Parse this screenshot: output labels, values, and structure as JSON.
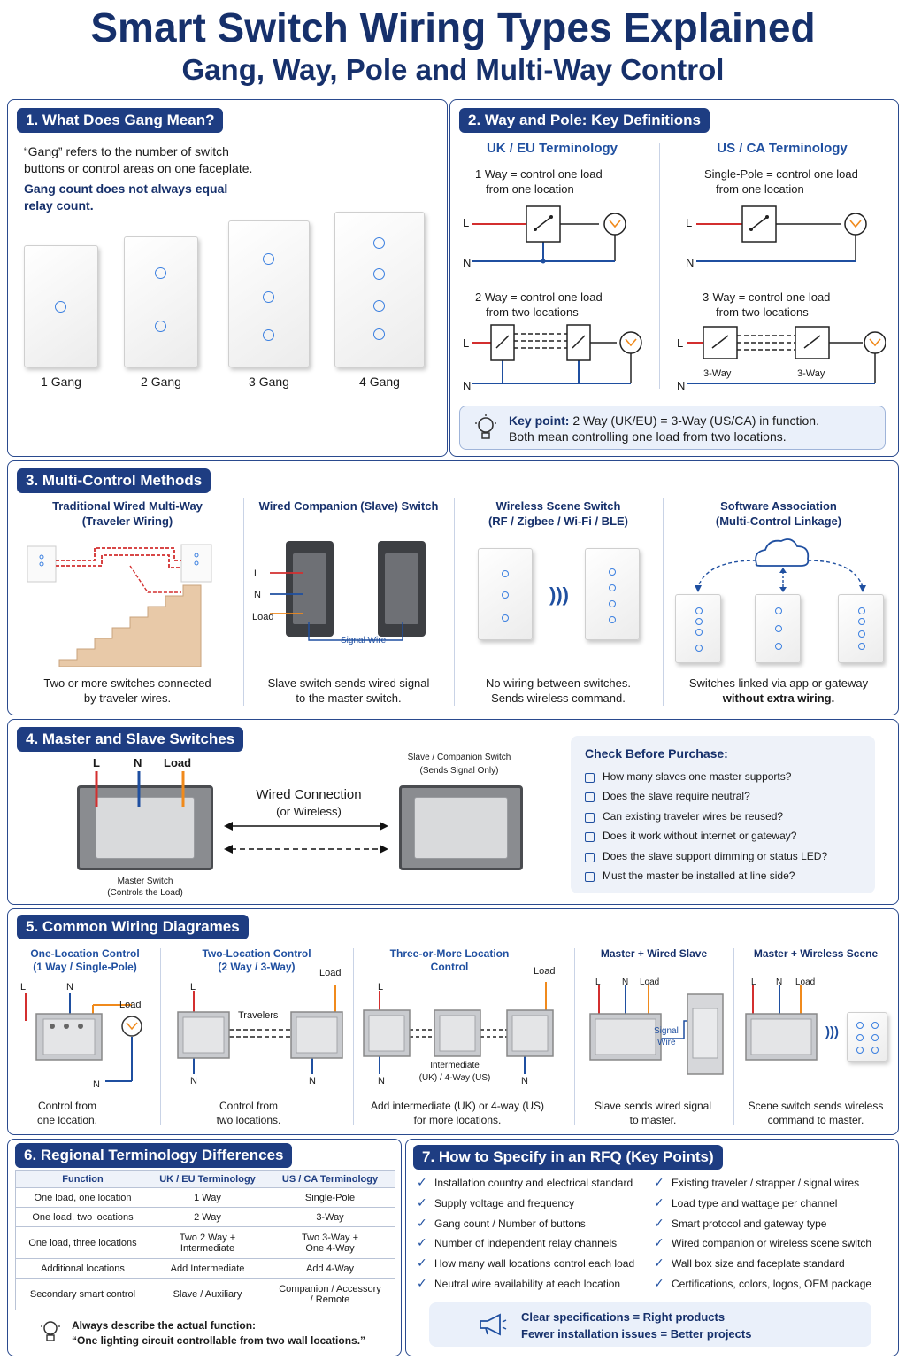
{
  "header": {
    "title": "Smart Switch Wiring Types Explained",
    "subtitle": "Gang, Way, Pole and Multi-Way Control"
  },
  "colors": {
    "navy": "#16306b",
    "accent": "#1e3d82",
    "led": "#3a7fe0",
    "live": "#d32f2f",
    "neutral": "#1f4fa0",
    "load": "#f08a1c"
  },
  "s1": {
    "title": "1. What Does Gang Mean?",
    "p1a": "“Gang” refers to the number of switch",
    "p1b": "buttons or control areas on one faceplate.",
    "p2a": "Gang count does not always equal",
    "p2b": "relay count.",
    "gangs": [
      "1 Gang",
      "2 Gang",
      "3 Gang",
      "4 Gang"
    ]
  },
  "s2": {
    "title": "2. Way and Pole: Key Definitions",
    "uk_head": "UK / EU Terminology",
    "us_head": "US / CA Terminology",
    "uk1a": "1 Way = control one load",
    "uk1b": "from one location",
    "us1a": "Single-Pole = control one load",
    "us1b": "from one location",
    "uk2a": "2 Way = control one load",
    "uk2b": "from two locations",
    "us2a": "3-Way = control one load",
    "us2b": "from two locations",
    "L": "L",
    "N": "N",
    "threeway": "3-Way",
    "key_label": "Key point:",
    "key_a": "2 Way (UK/EU) = 3-Way (US/CA) in function.",
    "key_b": "Both mean controlling one load from two locations."
  },
  "s3": {
    "title": "3. Multi-Control Methods",
    "c1t1": "Traditional Wired Multi-Way",
    "c1t2": "(Traveler Wiring)",
    "c1b1": "Two or more switches connected",
    "c1b2": "by traveler wires.",
    "c2t1": "Wired Companion (Slave) Switch",
    "c2L": "L",
    "c2N": "N",
    "c2Load": "Load",
    "c2sig": "Signal Wire",
    "c2b1": "Slave switch sends wired signal",
    "c2b2": "to the master switch.",
    "c3t1": "Wireless Scene Switch",
    "c3t2": "(RF / Zigbee / Wi-Fi / BLE)",
    "c3b1": "No wiring between switches.",
    "c3b2": "Sends wireless command.",
    "c4t1": "Software Association",
    "c4t2": "(Multi-Control Linkage)",
    "c4b1": "Switches linked via app or gateway",
    "c4b2": "without extra wiring."
  },
  "s4": {
    "title": "4. Master and Slave Switches",
    "L": "L",
    "N": "N",
    "Load": "Load",
    "slave_a": "Slave / Companion Switch",
    "slave_b": "(Sends Signal Only)",
    "wired_a": "Wired Connection",
    "wired_b": "(or Wireless)",
    "master_a": "Master Switch",
    "master_b": "(Controls the Load)",
    "check_title": "Check Before Purchase:",
    "checks": [
      "How many slaves one master supports?",
      "Does the slave require neutral?",
      "Can existing traveler wires be reused?",
      "Does it work without internet or gateway?",
      "Does the slave support dimming or status LED?",
      "Must the master be installed at line side?"
    ]
  },
  "s5": {
    "title": "5. Common Wiring Diagrames",
    "d1a": "One-Location Control",
    "d1b": "(1 Way / Single-Pole)",
    "d1c1": "Control from",
    "d1c2": "one location.",
    "d2a": "Two-Location Control",
    "d2b": "(2 Way / 3-Way)",
    "d2trav": "Travelers",
    "d2c1": "Control from",
    "d2c2": "two locations.",
    "d3a": "Three-or-More Location",
    "d3b": "Control",
    "d3int1": "Intermediate",
    "d3int2": "(UK) / 4-Way (US)",
    "d3c1": "Add intermediate (UK) or 4-way (US)",
    "d3c2": "for more locations.",
    "d4a": "Master + Wired Slave",
    "d4sig1": "Signal",
    "d4sig2": "Wire",
    "d4c1": "Slave sends wired signal",
    "d4c2": "to master.",
    "d5a": "Master + Wireless Scene",
    "d5c1": "Scene switch sends wireless",
    "d5c2": "command to master.",
    "L": "L",
    "N": "N",
    "Load": "Load"
  },
  "s6": {
    "title": "6. Regional Terminology Differences",
    "headers": [
      "Function",
      "UK / EU Terminology",
      "US / CA Terminology"
    ],
    "rows": [
      [
        "One load, one location",
        "1 Way",
        "Single-Pole"
      ],
      [
        "One load, two locations",
        "2 Way",
        "3-Way"
      ],
      [
        "One load, three locations",
        "Two 2 Way +\nIntermediate",
        "Two 3-Way +\nOne 4-Way"
      ],
      [
        "Additional locations",
        "Add Intermediate",
        "Add 4-Way"
      ],
      [
        "Secondary smart control",
        "Slave / Auxiliary",
        "Companion / Accessory\n/ Remote"
      ]
    ],
    "tip_a": "Always describe the actual function:",
    "tip_b": "“One lighting circuit controllable from two wall locations.”"
  },
  "s7": {
    "title": "7. How to Specify in an RFQ (Key Points)",
    "left": [
      "Installation country and electrical standard",
      "Supply voltage and frequency",
      "Gang count / Number of buttons",
      "Number of independent relay channels",
      "How many wall locations control each load",
      "Neutral wire availability at each location"
    ],
    "right": [
      "Existing traveler / strapper / signal wires",
      "Load type and wattage per channel",
      "Smart protocol and gateway type",
      "Wired companion or wireless scene switch",
      "Wall box size and faceplate standard",
      "Certifications, colors, logos, OEM package"
    ],
    "banner_a": "Clear specifications = Right products",
    "banner_b": "Fewer installation issues = Better projects"
  }
}
